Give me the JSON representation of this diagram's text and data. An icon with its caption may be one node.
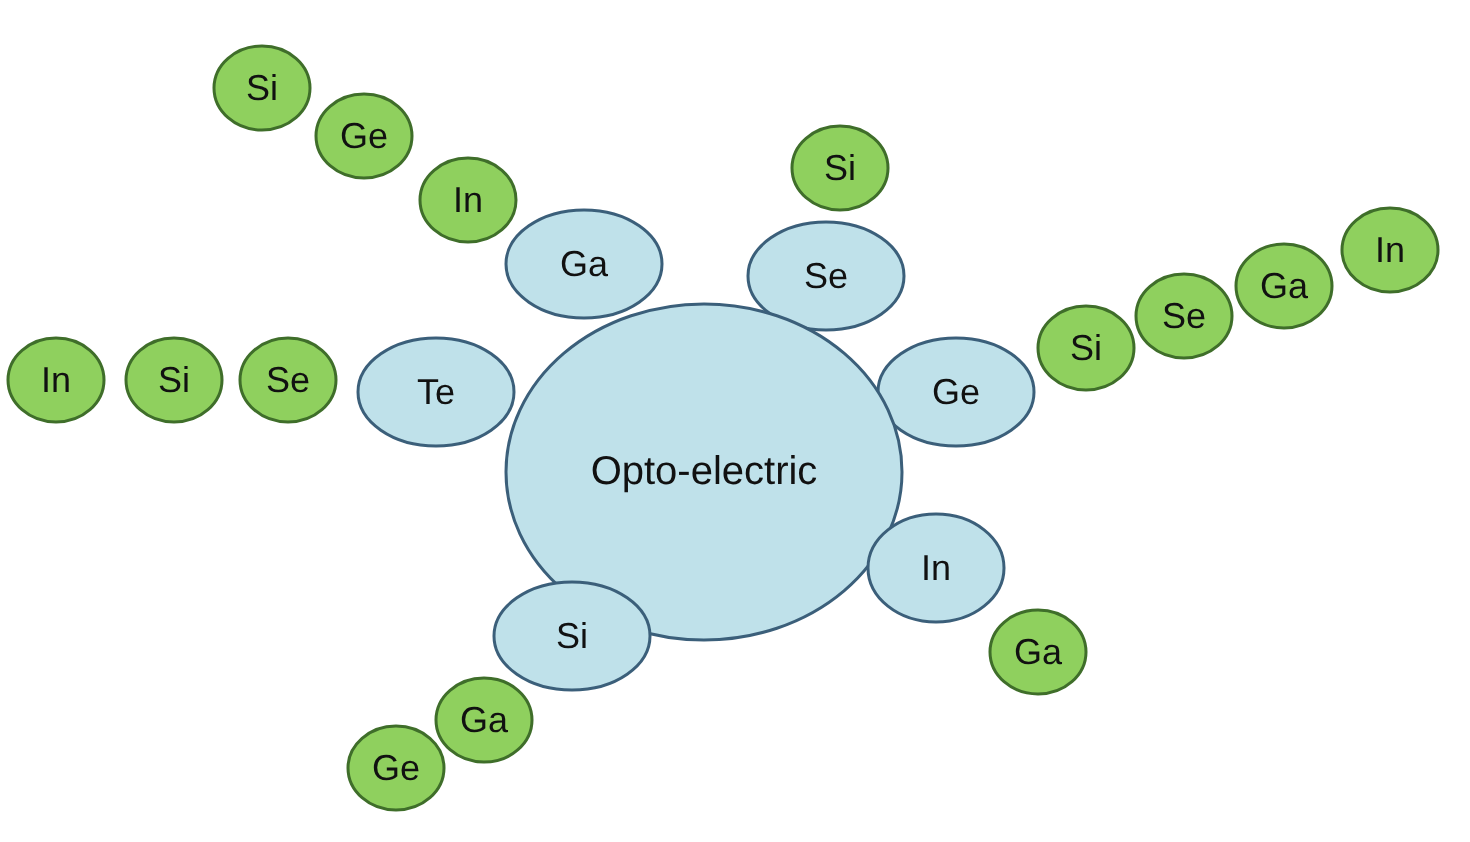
{
  "diagram": {
    "nodes": [
      {
        "text": [
          "Si"
        ]
      },
      {
        "text": [
          "Ge"
        ]
      },
      {
        "text": [
          "Si"
        ]
      },
      {
        "text": [
          "In"
        ]
      },
      {
        "text": [
          "In"
        ]
      },
      {
        "text": [
          "Ga"
        ]
      },
      {
        "text": [
          "Se"
        ]
      },
      {
        "text": [
          "Ga"
        ]
      },
      {
        "text": [
          "Se"
        ]
      },
      {
        "text": [
          "Si"
        ]
      },
      {
        "text": [
          "In"
        ]
      },
      {
        "text": [
          "Si"
        ]
      },
      {
        "text": [
          "Se"
        ]
      },
      {
        "text": [
          "Te"
        ]
      },
      {
        "text": [
          "Ge"
        ]
      },
      {
        "text": [
          "Opto-electric"
        ]
      },
      {
        "text": [
          "In"
        ]
      },
      {
        "text": [
          "Si"
        ]
      },
      {
        "text": [
          "Ga"
        ]
      },
      {
        "text": [
          "Ga"
        ]
      },
      {
        "text": [
          "Ge"
        ]
      }
    ]
  }
}
